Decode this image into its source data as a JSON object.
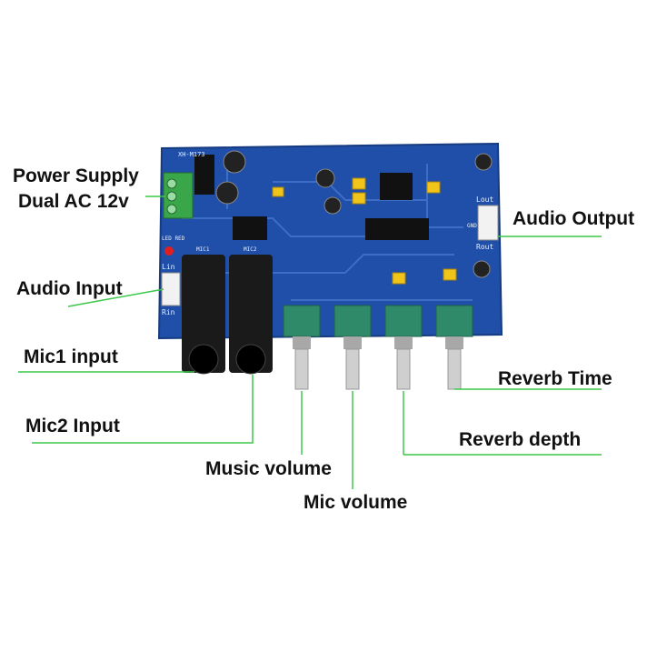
{
  "labels": {
    "power_supply": "Power Supply",
    "dual_ac": "Dual AC 12v",
    "audio_input": "Audio Input",
    "mic1_input": "Mic1 input",
    "mic2_input": "Mic2 Input",
    "music_volume": "Music volume",
    "mic_volume": "Mic volume",
    "reverb_depth": "Reverb depth",
    "reverb_time": "Reverb Time",
    "audio_output": "Audio Output"
  },
  "silkscreen": {
    "model": "XH-M173",
    "led": "LED RED",
    "mic1": "MIC1",
    "mic2": "MIC2",
    "lin": "Lin",
    "rin": "Rin",
    "lout": "Lout",
    "gnd": "GND",
    "rout": "Rout"
  },
  "colors": {
    "board": "#1f4fa8",
    "leader_line": "#3cc84a",
    "connector_green": "#3aa64a",
    "jack": "#1a1a1a",
    "pot_body": "#2f8a6a",
    "shaft": "#cfcfcf"
  }
}
